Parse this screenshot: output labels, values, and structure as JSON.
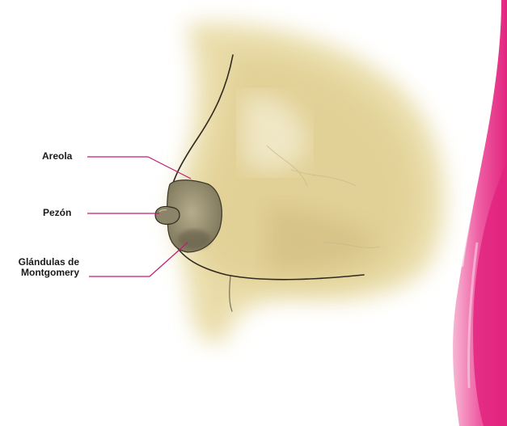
{
  "labels": {
    "areola": "Areola",
    "pezon": "Pezón",
    "glandulas_line1": "Glándulas de",
    "glandulas_line2": "Montgomery"
  },
  "colors": {
    "leader_line": "#c21a7a",
    "accent_pink": "#e8368f",
    "skin": "#e9dcaa",
    "areola": "#8f8769"
  }
}
